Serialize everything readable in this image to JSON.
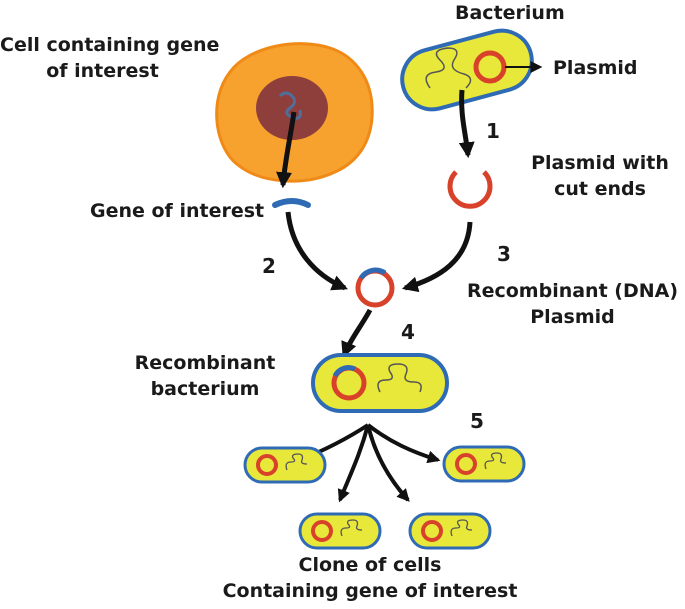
{
  "labels": {
    "cell_line1": "Cell containing gene",
    "cell_line2": "of interest",
    "bacterium": "Bacterium",
    "plasmid": "Plasmid",
    "cut_line1": "Plasmid with",
    "cut_line2": "cut ends",
    "gene": "Gene of interest",
    "recomb_plasmid_line1": "Recombinant (DNA)",
    "recomb_plasmid_line2": "Plasmid",
    "recomb_bact_line1": "Recombinant",
    "recomb_bact_line2": "bacterium",
    "clone_line1": "Clone of cells",
    "clone_line2": "Containing gene of interest"
  },
  "steps": [
    "1",
    "2",
    "3",
    "4",
    "5"
  ],
  "colors": {
    "cell": "#F7A12E",
    "cell_edge": "#F08A17",
    "nucleus": "#8E3F3C",
    "nucleus_dna": "#4F6E9A",
    "bacterium_fill": "#E8E83A",
    "bacterium_edge": "#2F6BB4",
    "plasmid": "#D8412A",
    "gene": "#2F6BB4",
    "arrow": "#111111"
  }
}
